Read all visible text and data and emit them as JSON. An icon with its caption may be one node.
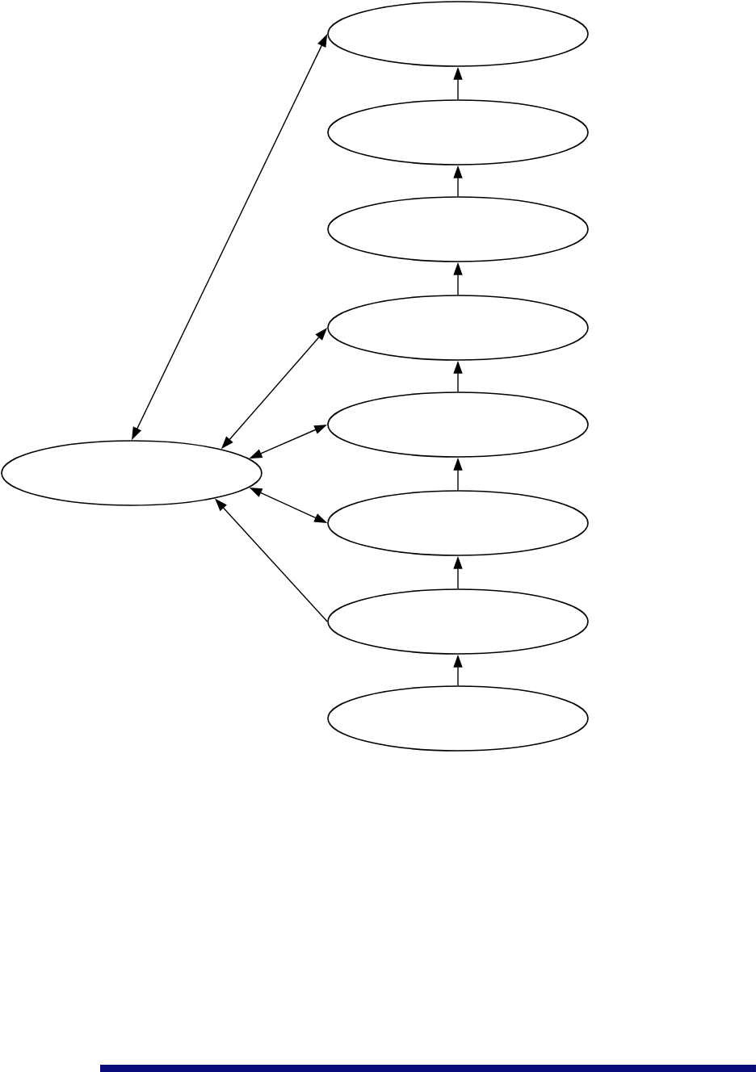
{
  "diagram": {
    "nodes": [
      {
        "text": [],
        "shape": "ellipse"
      },
      {
        "text": [],
        "shape": "ellipse"
      },
      {
        "text": [],
        "shape": "ellipse"
      },
      {
        "text": [],
        "shape": "ellipse"
      },
      {
        "text": [],
        "shape": "ellipse"
      },
      {
        "text": [],
        "shape": "ellipse"
      },
      {
        "text": [],
        "shape": "ellipse"
      },
      {
        "text": [],
        "shape": "ellipse"
      },
      {
        "text": [],
        "shape": "ellipse"
      }
    ],
    "edges": [
      {
        "from": 5,
        "to": 0,
        "arrow": "both"
      },
      {
        "from": 5,
        "to": 3,
        "arrow": "both"
      },
      {
        "from": 5,
        "to": 4,
        "arrow": "both"
      },
      {
        "from": 5,
        "to": 6,
        "arrow": "both"
      },
      {
        "from": 7,
        "to": 5,
        "arrow": "to"
      },
      {
        "from": 8,
        "to": 7,
        "arrow": "to"
      },
      {
        "from": 7,
        "to": 6,
        "arrow": "to"
      },
      {
        "from": 6,
        "to": 4,
        "arrow": "to"
      },
      {
        "from": 4,
        "to": 3,
        "arrow": "to"
      },
      {
        "from": 3,
        "to": 2,
        "arrow": "to"
      },
      {
        "from": 2,
        "to": 1,
        "arrow": "to"
      },
      {
        "from": 1,
        "to": 0,
        "arrow": "to"
      }
    ]
  }
}
